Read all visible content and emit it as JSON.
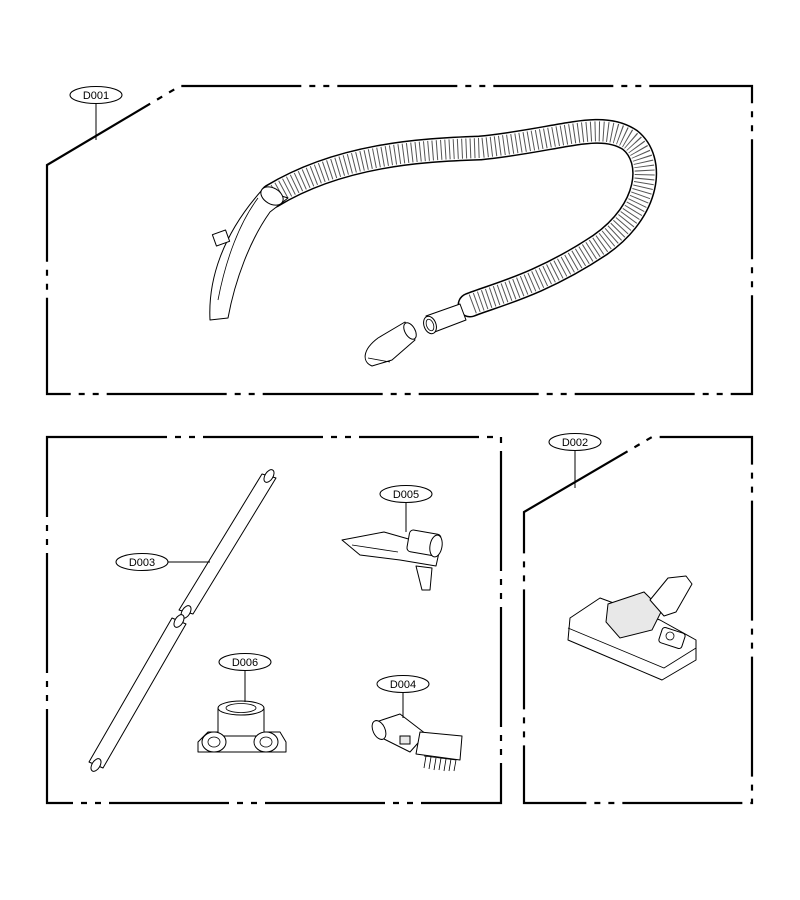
{
  "labels": {
    "d001": "D001",
    "d002": "D002",
    "d003": "D003",
    "d004": "D004",
    "d005": "D005",
    "d006": "D006"
  },
  "parts": [
    {
      "id": "D001",
      "icon": "flexible-hose"
    },
    {
      "id": "D002",
      "icon": "floor-nozzle"
    },
    {
      "id": "D003",
      "icon": "extension-tube-pair"
    },
    {
      "id": "D004",
      "icon": "dusting-brush"
    },
    {
      "id": "D005",
      "icon": "upholstery-nozzle"
    },
    {
      "id": "D006",
      "icon": "tool-holder-clip"
    }
  ]
}
